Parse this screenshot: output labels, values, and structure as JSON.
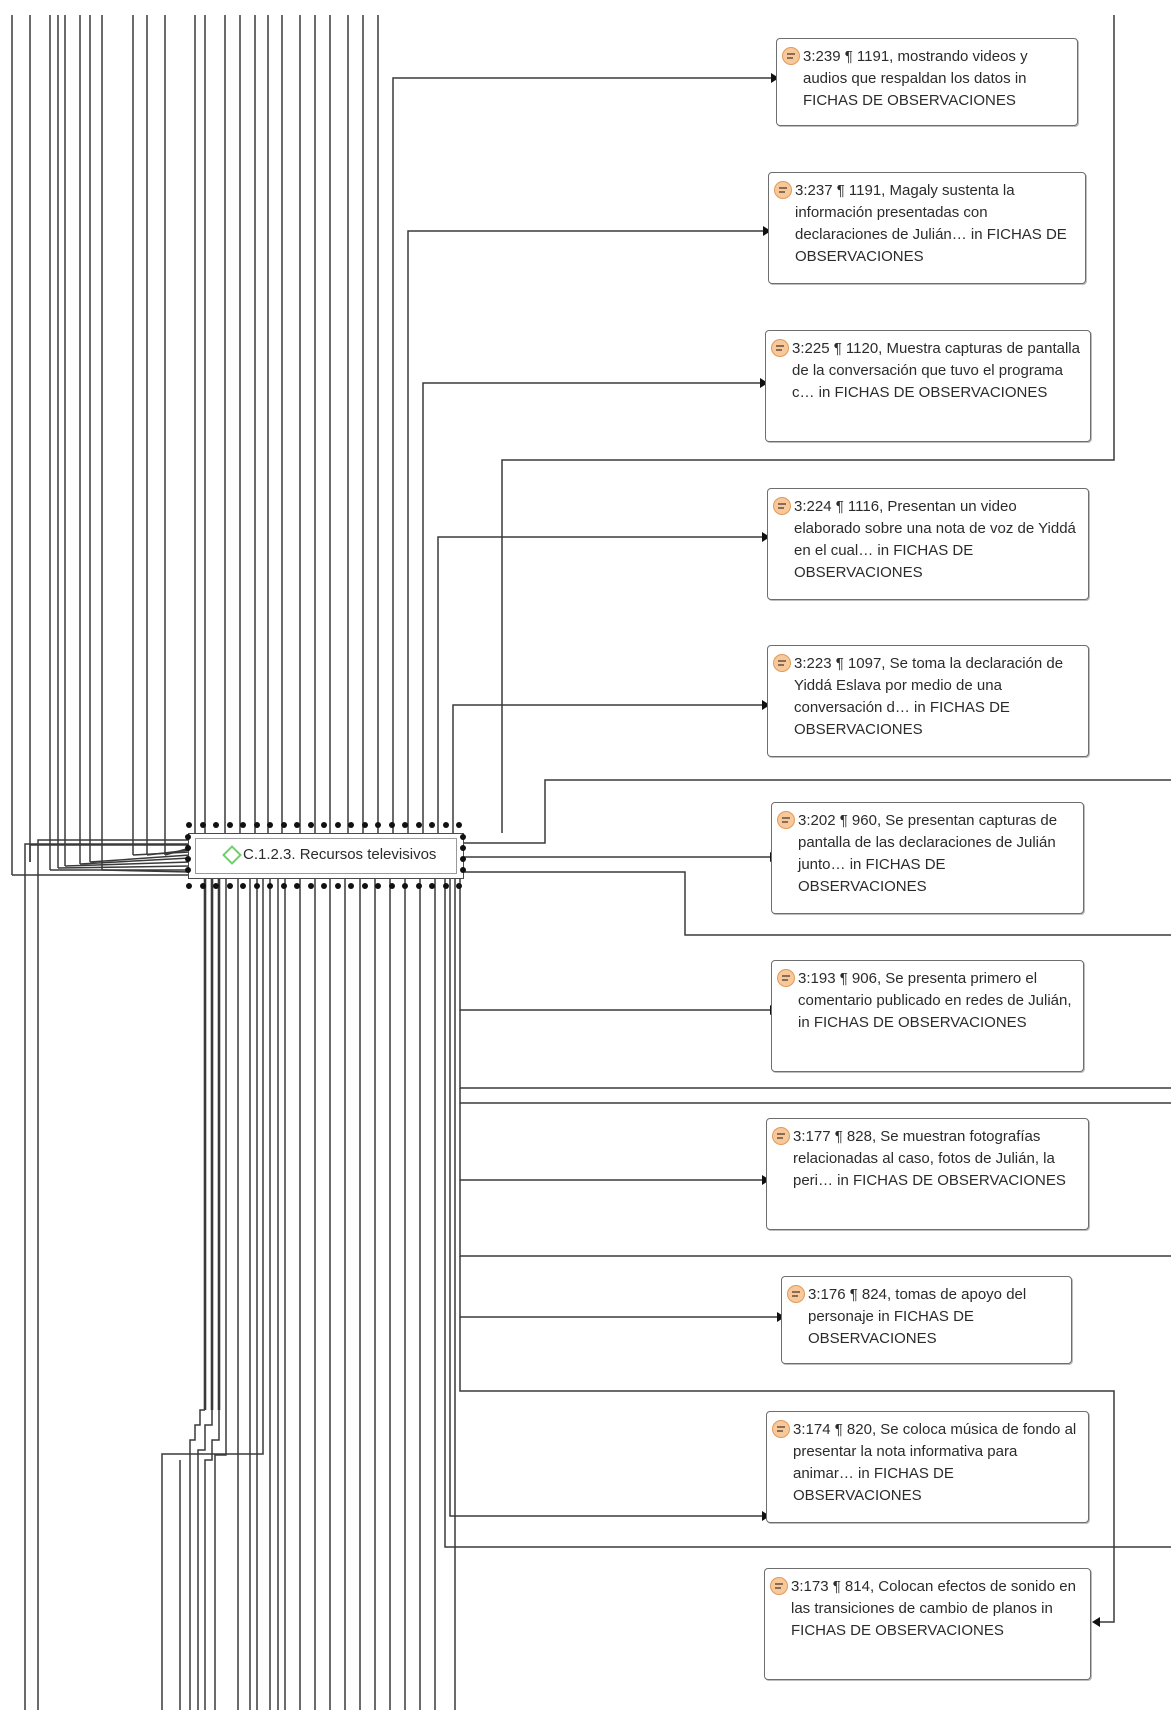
{
  "code": {
    "label": "C.1.2.3. Recursos televisivos",
    "icon": "code-diamond-icon"
  },
  "quotations": [
    {
      "id": "q-239",
      "text": "3:239 ¶ 1191, mostrando videos y audios que respaldan los datos in FICHAS DE OBSERVACIONES"
    },
    {
      "id": "q-237",
      "text": "3:237 ¶ 1191, Magaly sustenta la información presentadas con declaraciones de Julián… in FICHAS DE OBSERVACIONES"
    },
    {
      "id": "q-225",
      "text": "3:225 ¶ 1120, Muestra capturas de pantalla de la conversación que tuvo el programa c… in FICHAS DE OBSERVACIONES"
    },
    {
      "id": "q-224",
      "text": "3:224 ¶ 1116, Presentan un video elaborado sobre una nota de voz de Yiddá en el cual… in FICHAS DE OBSERVACIONES"
    },
    {
      "id": "q-223",
      "text": "3:223 ¶ 1097, Se toma la declaración de Yiddá Eslava por medio de una conversación d… in FICHAS DE OBSERVACIONES"
    },
    {
      "id": "q-202",
      "text": "3:202 ¶ 960, Se presentan capturas de pantalla de las declaraciones de Julián junto… in FICHAS DE OBSERVACIONES"
    },
    {
      "id": "q-193",
      "text": "3:193 ¶ 906, Se presenta primero el comentario publicado en redes de Julián, in FICHAS DE OBSERVACIONES"
    },
    {
      "id": "q-177",
      "text": "3:177 ¶ 828, Se muestran fotografías relacionadas al caso, fotos de Julián, la peri… in FICHAS DE OBSERVACIONES"
    },
    {
      "id": "q-176",
      "text": "3:176 ¶ 824, tomas de apoyo del personaje in FICHAS DE OBSERVACIONES"
    },
    {
      "id": "q-174",
      "text": "3:174 ¶ 820, Se coloca música de fondo al presentar la nota informativa para animar… in FICHAS DE OBSERVACIONES"
    },
    {
      "id": "q-173",
      "text": "3:173 ¶ 814, Colocan efectos de sonido en las transiciones de cambio de planos in FICHAS DE OBSERVACIONES"
    }
  ]
}
